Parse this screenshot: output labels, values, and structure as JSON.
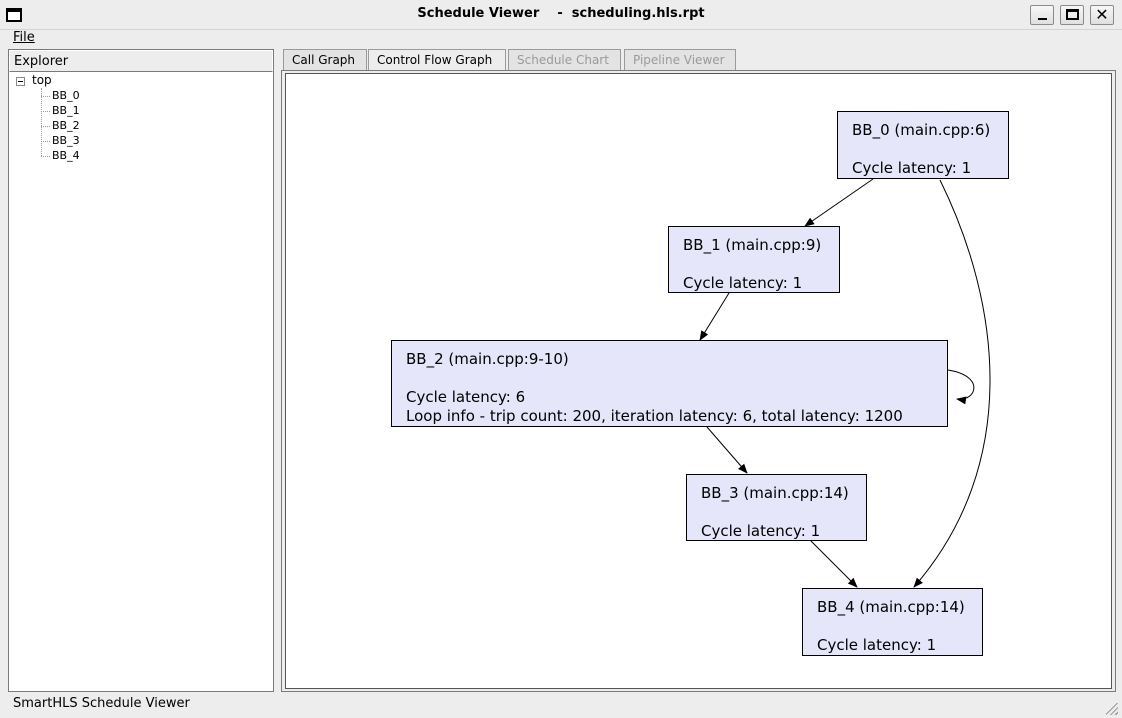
{
  "window": {
    "title": "Schedule Viewer    -  scheduling.hls.rpt",
    "controls": {
      "minimize": "minimize",
      "maximize": "maximize",
      "close": "✕"
    }
  },
  "menu": {
    "file": "File"
  },
  "explorer": {
    "header": "Explorer",
    "root": "top",
    "items": [
      "BB_0",
      "BB_1",
      "BB_2",
      "BB_3",
      "BB_4"
    ]
  },
  "tabs": [
    {
      "label": "Call Graph",
      "state": "normal"
    },
    {
      "label": "Control Flow Graph",
      "state": "active"
    },
    {
      "label": "Schedule Chart",
      "state": "disabled"
    },
    {
      "label": "Pipeline Viewer",
      "state": "disabled"
    }
  ],
  "graph": {
    "nodes": [
      {
        "id": "BB_0",
        "title": "BB_0 (main.cpp:6)",
        "latency": "Cycle latency: 1",
        "loop": ""
      },
      {
        "id": "BB_1",
        "title": "BB_1 (main.cpp:9)",
        "latency": "Cycle latency: 1",
        "loop": ""
      },
      {
        "id": "BB_2",
        "title": "BB_2 (main.cpp:9-10)",
        "latency": "Cycle latency: 6",
        "loop": "Loop info - trip count: 200, iteration latency: 6, total latency: 1200"
      },
      {
        "id": "BB_3",
        "title": "BB_3 (main.cpp:14)",
        "latency": "Cycle latency: 1",
        "loop": ""
      },
      {
        "id": "BB_4",
        "title": "BB_4 (main.cpp:14)",
        "latency": "Cycle latency: 1",
        "loop": ""
      }
    ],
    "edges": [
      {
        "from": "BB_0",
        "to": "BB_1"
      },
      {
        "from": "BB_0",
        "to": "BB_4"
      },
      {
        "from": "BB_1",
        "to": "BB_2"
      },
      {
        "from": "BB_2",
        "to": "BB_2"
      },
      {
        "from": "BB_2",
        "to": "BB_3"
      },
      {
        "from": "BB_3",
        "to": "BB_4"
      }
    ],
    "colors": {
      "node_fill": "#e6e6fa",
      "node_border": "#000000",
      "edge": "#000000"
    }
  },
  "status": {
    "text": "SmartHLS Schedule Viewer"
  }
}
